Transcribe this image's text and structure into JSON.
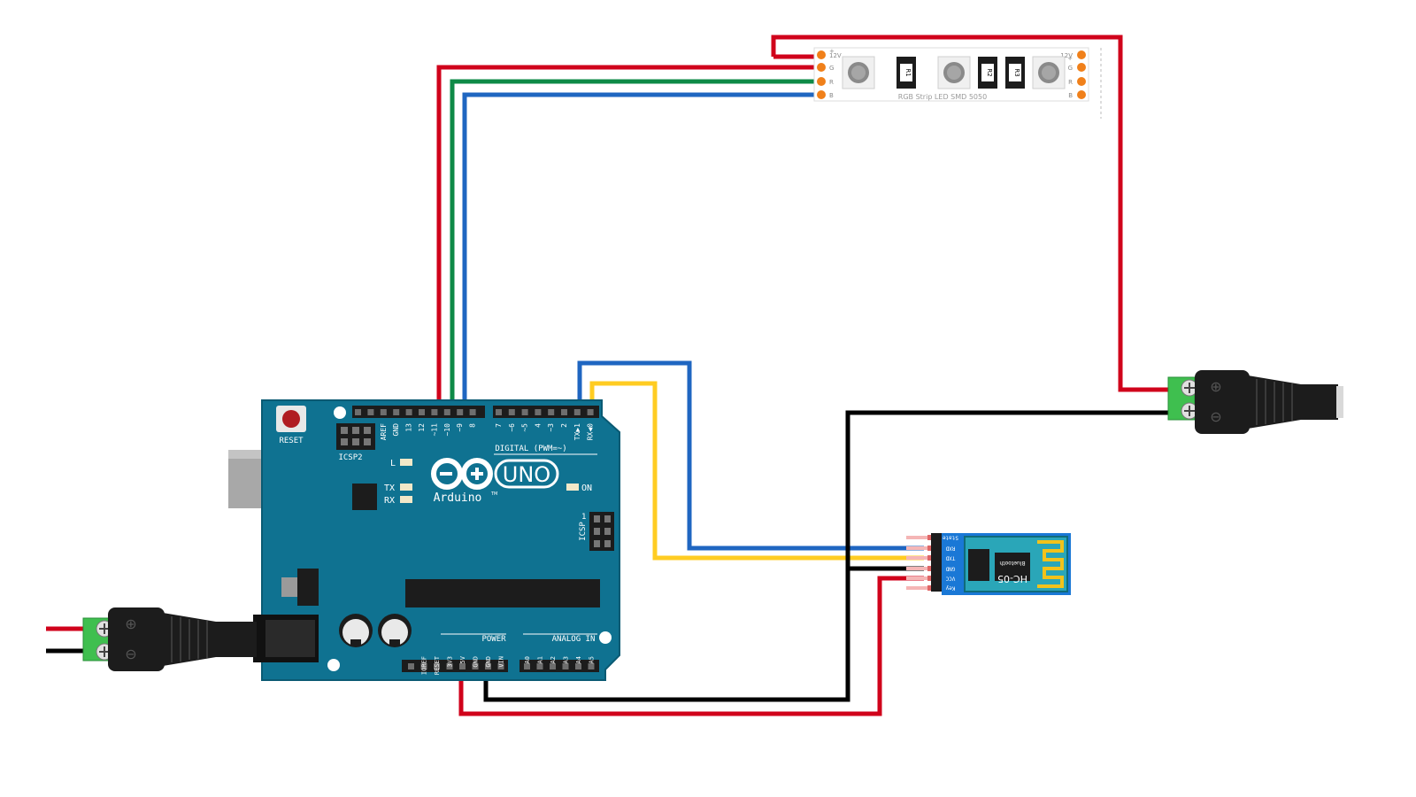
{
  "colors": {
    "board": "#0f7291",
    "board_edge": "#0a5a73",
    "wire_red": "#d0021b",
    "wire_green": "#0e8a47",
    "wire_blue": "#1f66c1",
    "wire_yellow": "#ffcc22",
    "wire_black": "#000000",
    "terminal_green": "#3fbf4f",
    "hc05_board": "#1a78d6"
  },
  "arduino": {
    "reset_label": "RESET",
    "icsp2_label": "ICSP2",
    "icsp_label": "ICSP",
    "icsp_pin1": "1",
    "logo_brand": "Arduino",
    "logo_model": "UNO",
    "logo_tm": "TM",
    "led_l": "L",
    "led_tx": "TX",
    "led_rx": "RX",
    "led_on": "ON",
    "digital_label": "DIGITAL (PWM=~)",
    "power_label": "POWER",
    "analog_label": "ANALOG IN",
    "digital_pins": [
      "AREF",
      "GND",
      "13",
      "12",
      "~11",
      "~10",
      "~9",
      "8",
      "7",
      "~6",
      "~5",
      "4",
      "~3",
      "2",
      "TX▶1",
      "RX◀0"
    ],
    "power_pins": [
      "IOREF",
      "RESET",
      "3V3",
      "5V",
      "GND",
      "GND",
      "VIN"
    ],
    "analog_pins": [
      "A0",
      "A1",
      "A2",
      "A3",
      "A4",
      "A5"
    ]
  },
  "led_strip": {
    "caption": "RGB Strip LED SMD 5050",
    "left_pins": [
      "12V",
      "G",
      "R",
      "B"
    ],
    "left_plus": "+",
    "right_pins": [
      "12V",
      "G",
      "R",
      "B"
    ],
    "right_plus": "+",
    "resistors": [
      "R1",
      "R2",
      "R3"
    ]
  },
  "hc05": {
    "pins": [
      "State",
      "RXD",
      "TXD",
      "GND",
      "VCC",
      "Key"
    ],
    "chip_label": "HC-05",
    "chip_sublabel": "Bluetooth"
  },
  "dc_jack": {
    "plus": "⊕",
    "minus": "⊖"
  }
}
